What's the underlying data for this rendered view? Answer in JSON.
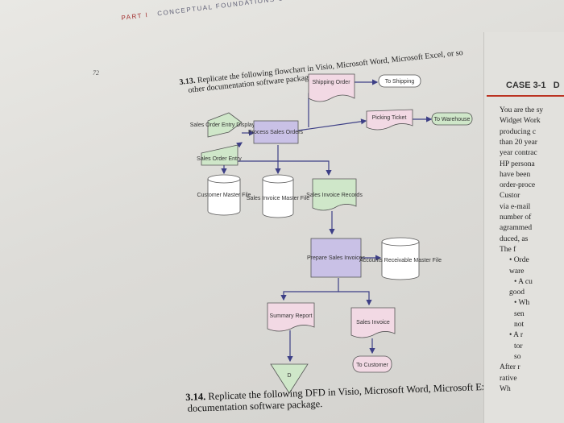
{
  "header": {
    "part": "PART I",
    "title": "CONCEPTUAL FOUNDATIONS OF ACCOUNTING INFORMATION SYSTEMS"
  },
  "page_number": "72",
  "q313": {
    "num": "3.13.",
    "line1": "Replicate the following flowchart in Visio, Microsoft Word, Microsoft Excel, or so",
    "line2": "other documentation software package."
  },
  "q314": {
    "num": "3.14.",
    "line1": "Replicate the following DFD in Visio, Microsoft Word, Microsoft Excel, or some ot",
    "line2": "documentation software package."
  },
  "flowchart": {
    "shipping_order": "Shipping Order",
    "to_shipping": "To Shipping",
    "sales_order_display": "Sales Order Entry Display",
    "process_sales_orders": "Process Sales Orders",
    "picking_ticket": "Picking Ticket",
    "to_warehouse": "To Warehouse",
    "sales_order_entry": "Sales Order Entry",
    "customer_master_file": "Customer Master File",
    "sales_invoice_master_file": "Sales Invoice Master File",
    "sales_invoice_records": "Sales Invoice Records",
    "prepare_sales_invoices": "Prepare Sales Invoices",
    "ar_master_file": "Accounts Receivable Master File",
    "summary_report": "Summary Report",
    "sales_invoice": "Sales Invoice",
    "d_label": "D",
    "to_customer": "To Customer"
  },
  "case": {
    "title": "CASE 3-1",
    "suffix": "D"
  },
  "sidebar_lines": [
    "You are the sy",
    "Widget Work",
    "producing c",
    "than 20 year",
    "year contrac",
    "HP persona",
    "have been",
    "order-proce",
    "Custor",
    "via e-mail",
    "number of",
    "agrammed",
    "duced, as",
    "The f",
    "• Orde",
    "ware",
    "• A cu",
    "good",
    "• Wh",
    "sen",
    "not",
    "• A r",
    "tor",
    "so",
    "After r",
    "rative",
    "Wh"
  ],
  "colors": {
    "process": "#c9c1e6",
    "document": "#f2d9e4",
    "display": "#cfe7c9",
    "input": "#cfe7c9",
    "storage": "#ffffff",
    "arrow": "#3d3f86"
  }
}
